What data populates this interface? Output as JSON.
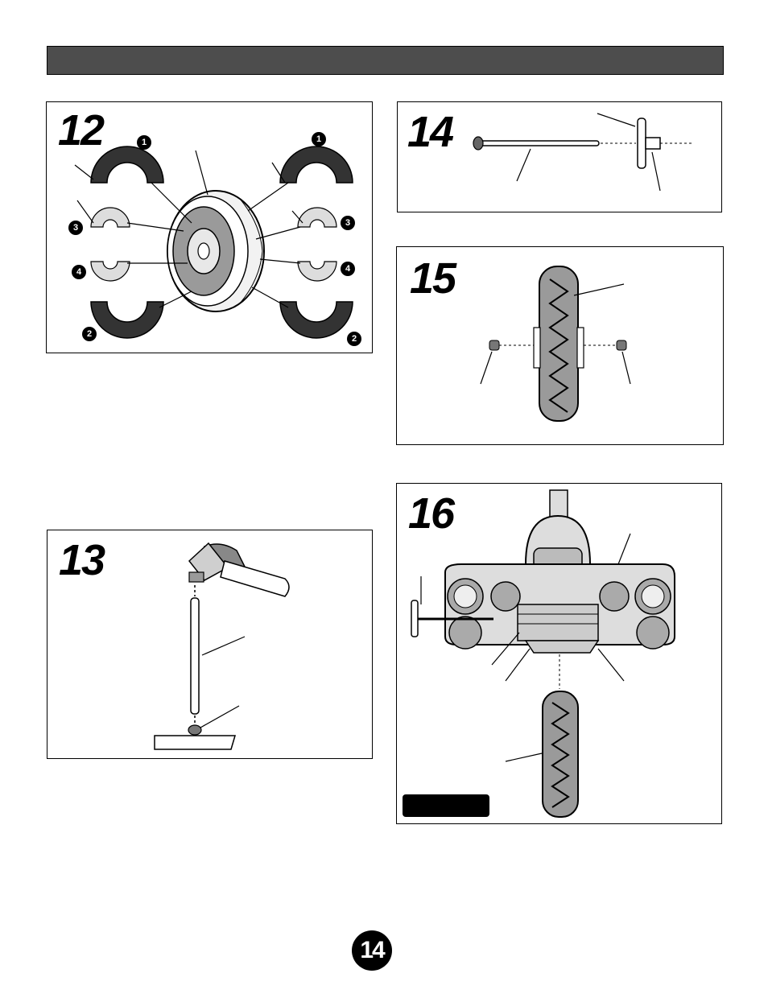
{
  "page": {
    "number": "14"
  },
  "steps": [
    {
      "id": "12",
      "number": "12",
      "callouts": [
        "1",
        "1",
        "3",
        "3",
        "4",
        "4",
        "2",
        "2"
      ]
    },
    {
      "id": "13",
      "number": "13"
    },
    {
      "id": "14",
      "number": "14"
    },
    {
      "id": "15",
      "number": "15"
    },
    {
      "id": "16",
      "number": "16"
    }
  ],
  "icons": {
    "wheel": "wheel-icon",
    "hammer": "hammer-icon",
    "axle": "axle-icon",
    "tire": "tire-icon",
    "vehicle": "ride-on-vehicle-icon"
  },
  "colors": {
    "header_bar": "#4d4d4d",
    "ink": "#000000",
    "gray_part": "#9a9a9a",
    "light_gray": "#d8d8d8"
  }
}
